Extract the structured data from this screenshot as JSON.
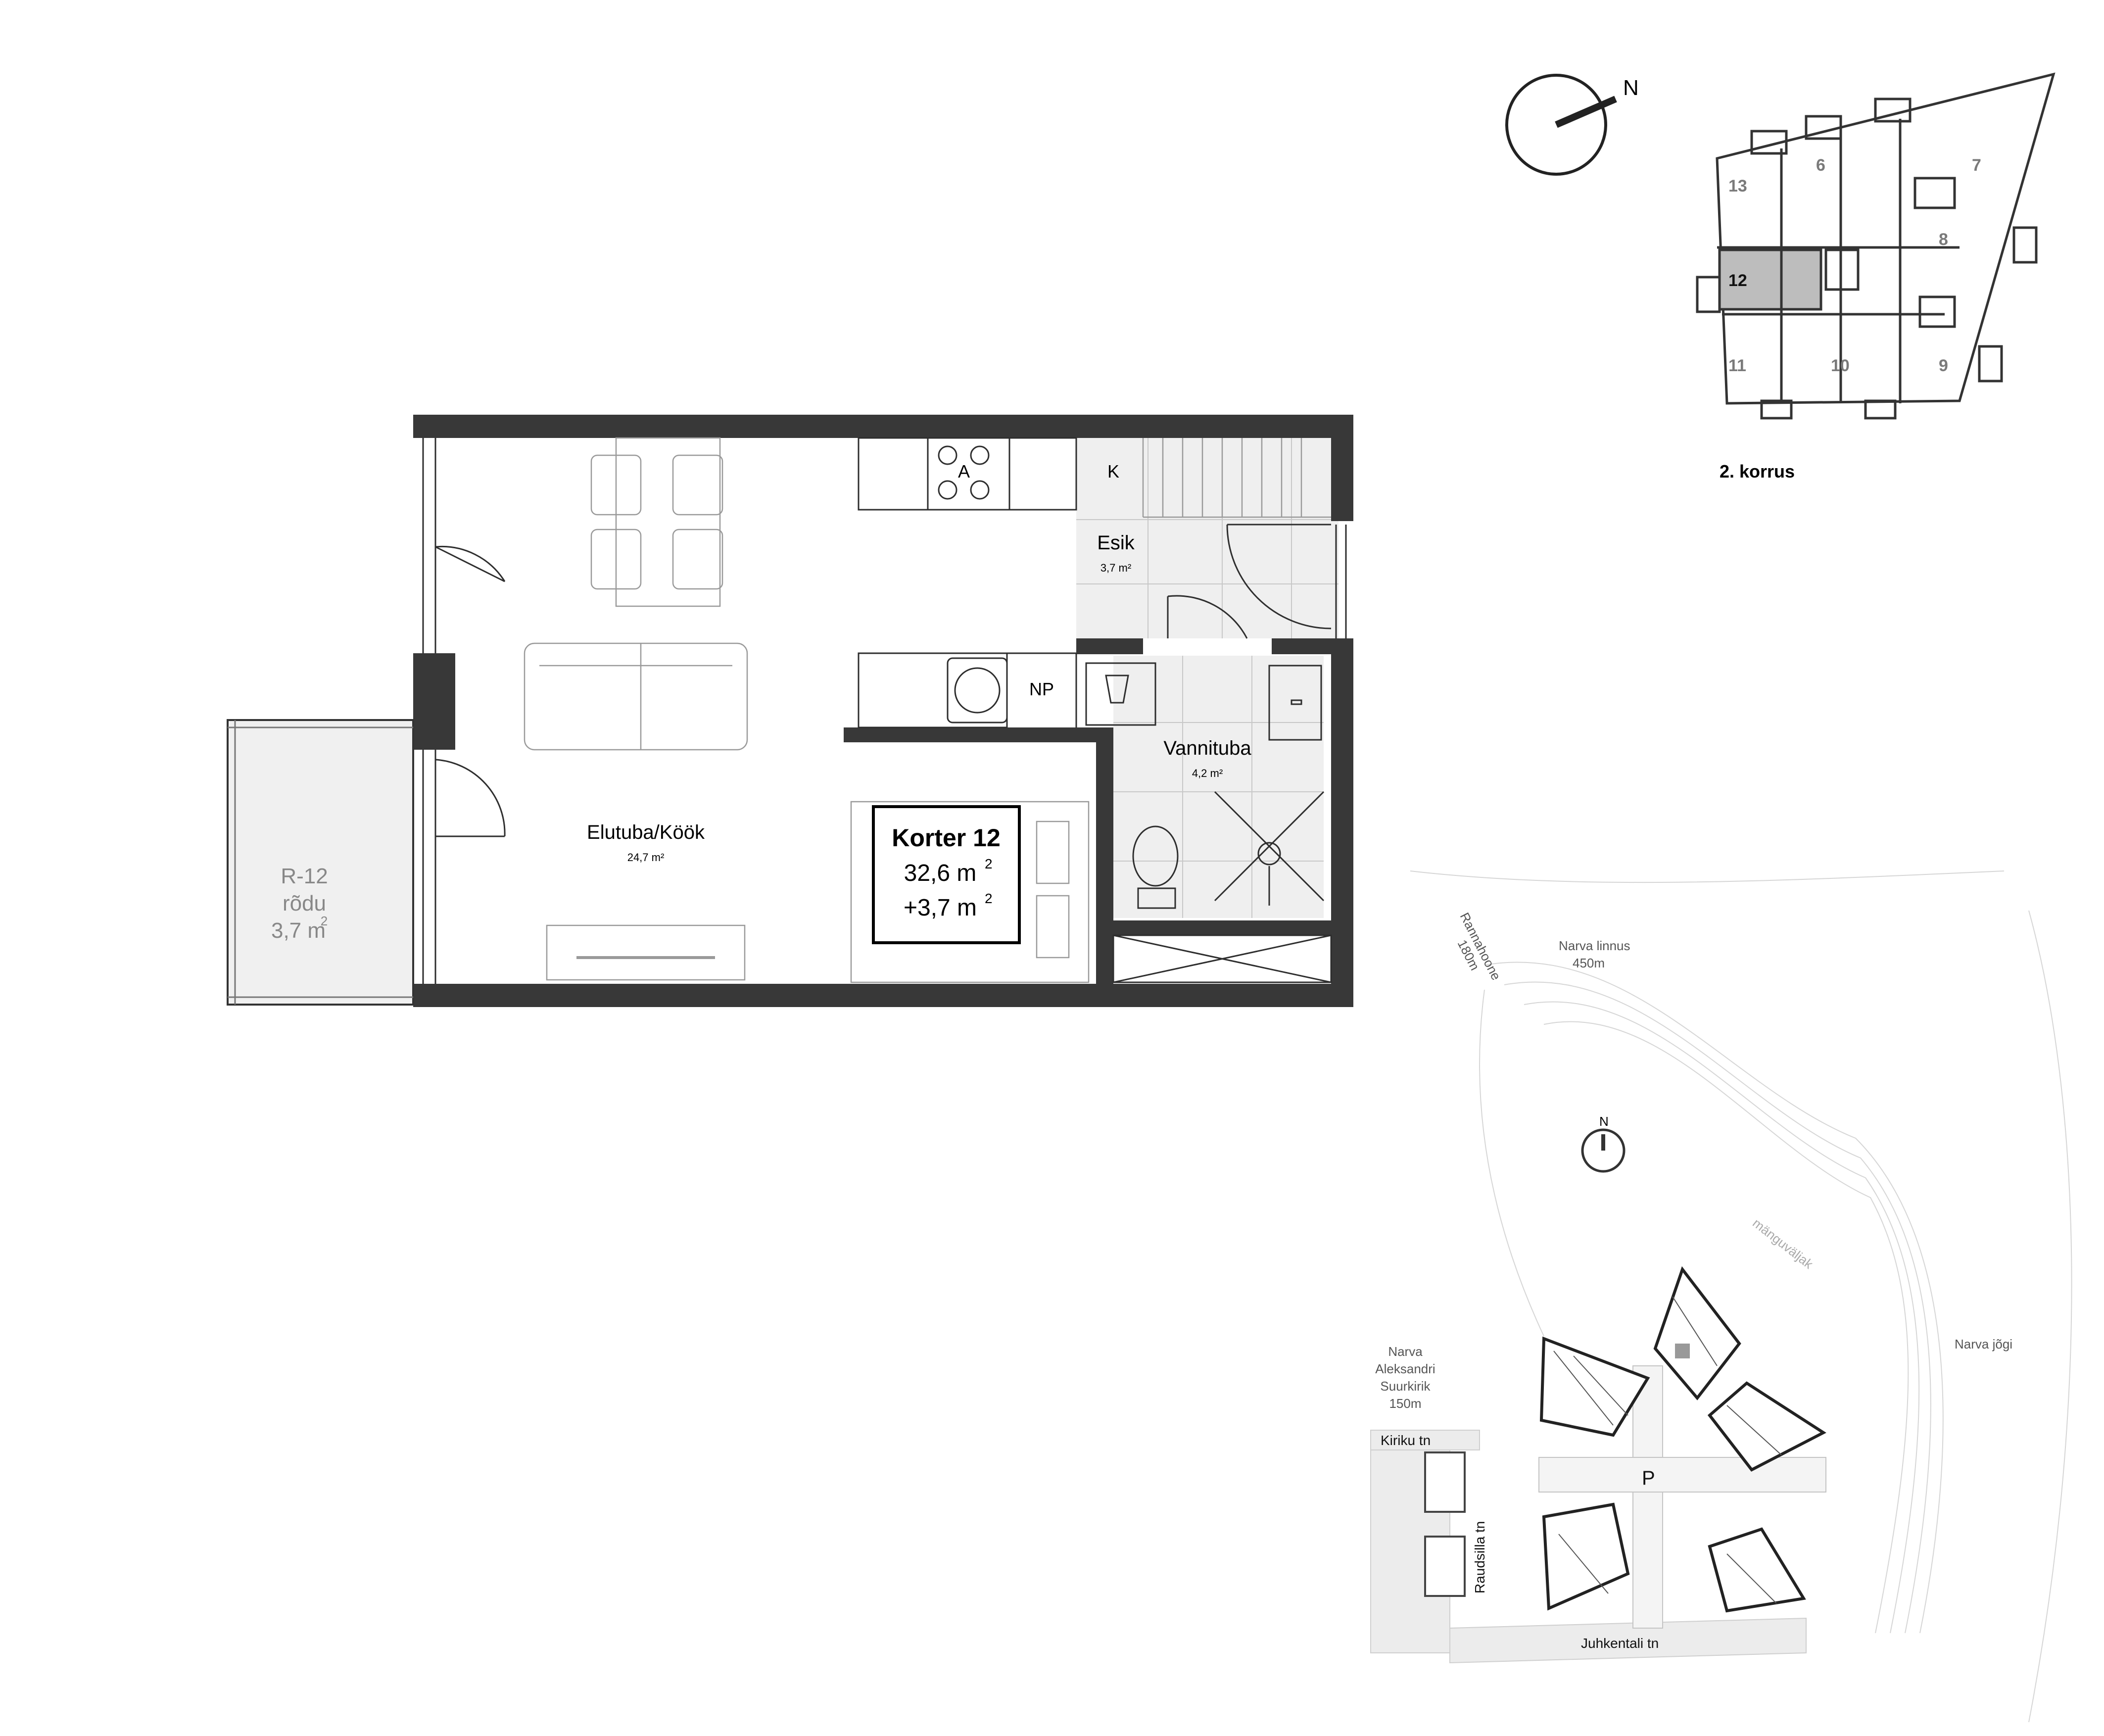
{
  "floor_plan": {
    "rooms": {
      "living": {
        "name": "Elutuba/Köök",
        "area": "24,7 m²"
      },
      "hall": {
        "name": "Esik",
        "area": "3,7 m²"
      },
      "bath": {
        "name": "Vannituba",
        "area": "4,2 m²"
      },
      "balcony": {
        "code": "R-12",
        "name": "rõdu",
        "area_value": "3,7 m",
        "sup": "2"
      }
    },
    "labels": {
      "stove": "A",
      "closet": "K",
      "np": "NP"
    },
    "apartment_box": {
      "title": "Korter 12",
      "area_main": "32,6 m",
      "area_extra": "+3,7 m",
      "sup": "2"
    }
  },
  "compass": {
    "north": "N"
  },
  "key_plan": {
    "floor_label": "2. korrus",
    "units": [
      "6",
      "7",
      "8",
      "9",
      "10",
      "11",
      "12",
      "13"
    ],
    "highlighted_unit": "12",
    "highlight_color": "#bdbdbd"
  },
  "site_plan": {
    "compass": "N",
    "labels": {
      "beach": [
        "Rannahoone",
        "180m"
      ],
      "castle": [
        "Narva linnus",
        "450m"
      ],
      "playground": "mänguväljak",
      "river": "Narva jõgi",
      "church": [
        "Narva",
        "Aleksandri",
        "Suurkirik",
        "150m"
      ],
      "kiriku": "Kiriku tn",
      "raudsilla": "Raudsilla tn",
      "juhkentali": "Juhkentali tn",
      "parking": "P"
    }
  },
  "colors": {
    "wall": "#383838",
    "tile": "#efefef",
    "highlight": "#bdbdbd"
  }
}
